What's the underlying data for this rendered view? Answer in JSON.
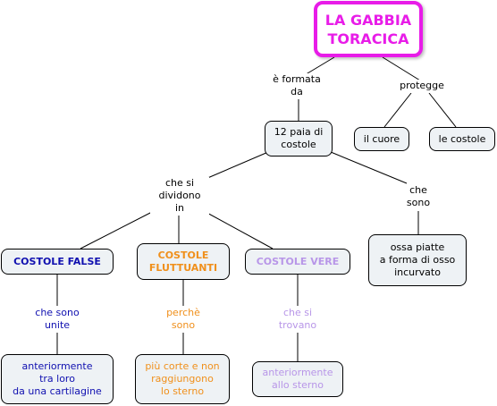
{
  "colors": {
    "title": "#e81ce8",
    "blue": "#1010b0",
    "orange": "#f0901c",
    "lavender": "#b896e8",
    "node_fill": "#eef2f5"
  },
  "nodes": {
    "title": "LA GABBIA\nTORACICA",
    "paia": "12 paia di\ncostole",
    "cuore": "il cuore",
    "costole": "le costole",
    "ossa": "ossa piatte\na forma di osso\nincurvato",
    "false": "COSTOLE FALSE",
    "flutt": "COSTOLE\nFLUTTUANTI",
    "vere": "COSTOLE VERE",
    "false_desc": "anteriormente\ntra loro\nda una cartilagine",
    "flutt_desc": "più corte e non\nraggiungono\nlo sterno",
    "vere_desc": "anteriormente\nallo sterno"
  },
  "links": {
    "formata": "è formata\nda",
    "protegge": "protegge",
    "dividono": "che si\ndividono\nin",
    "sono": "che\nsono",
    "unite": "che sono\nunite",
    "perche": "perchè\nsono",
    "trovano": "che si\ntrovano"
  }
}
